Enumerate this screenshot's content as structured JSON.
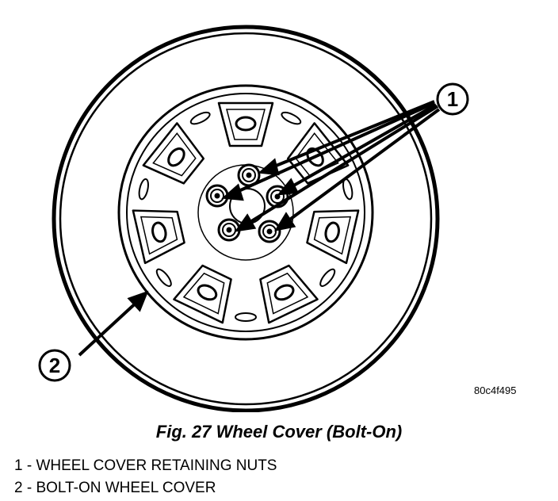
{
  "callouts": [
    {
      "number": "1"
    },
    {
      "number": "2"
    }
  ],
  "figure_id": "80c4f495",
  "caption": "Fig. 27 Wheel Cover (Bolt-On)",
  "legend": [
    {
      "text": "1 - WHEEL COVER RETAINING NUTS"
    },
    {
      "text": "2 - BOLT-ON WHEEL COVER"
    }
  ]
}
